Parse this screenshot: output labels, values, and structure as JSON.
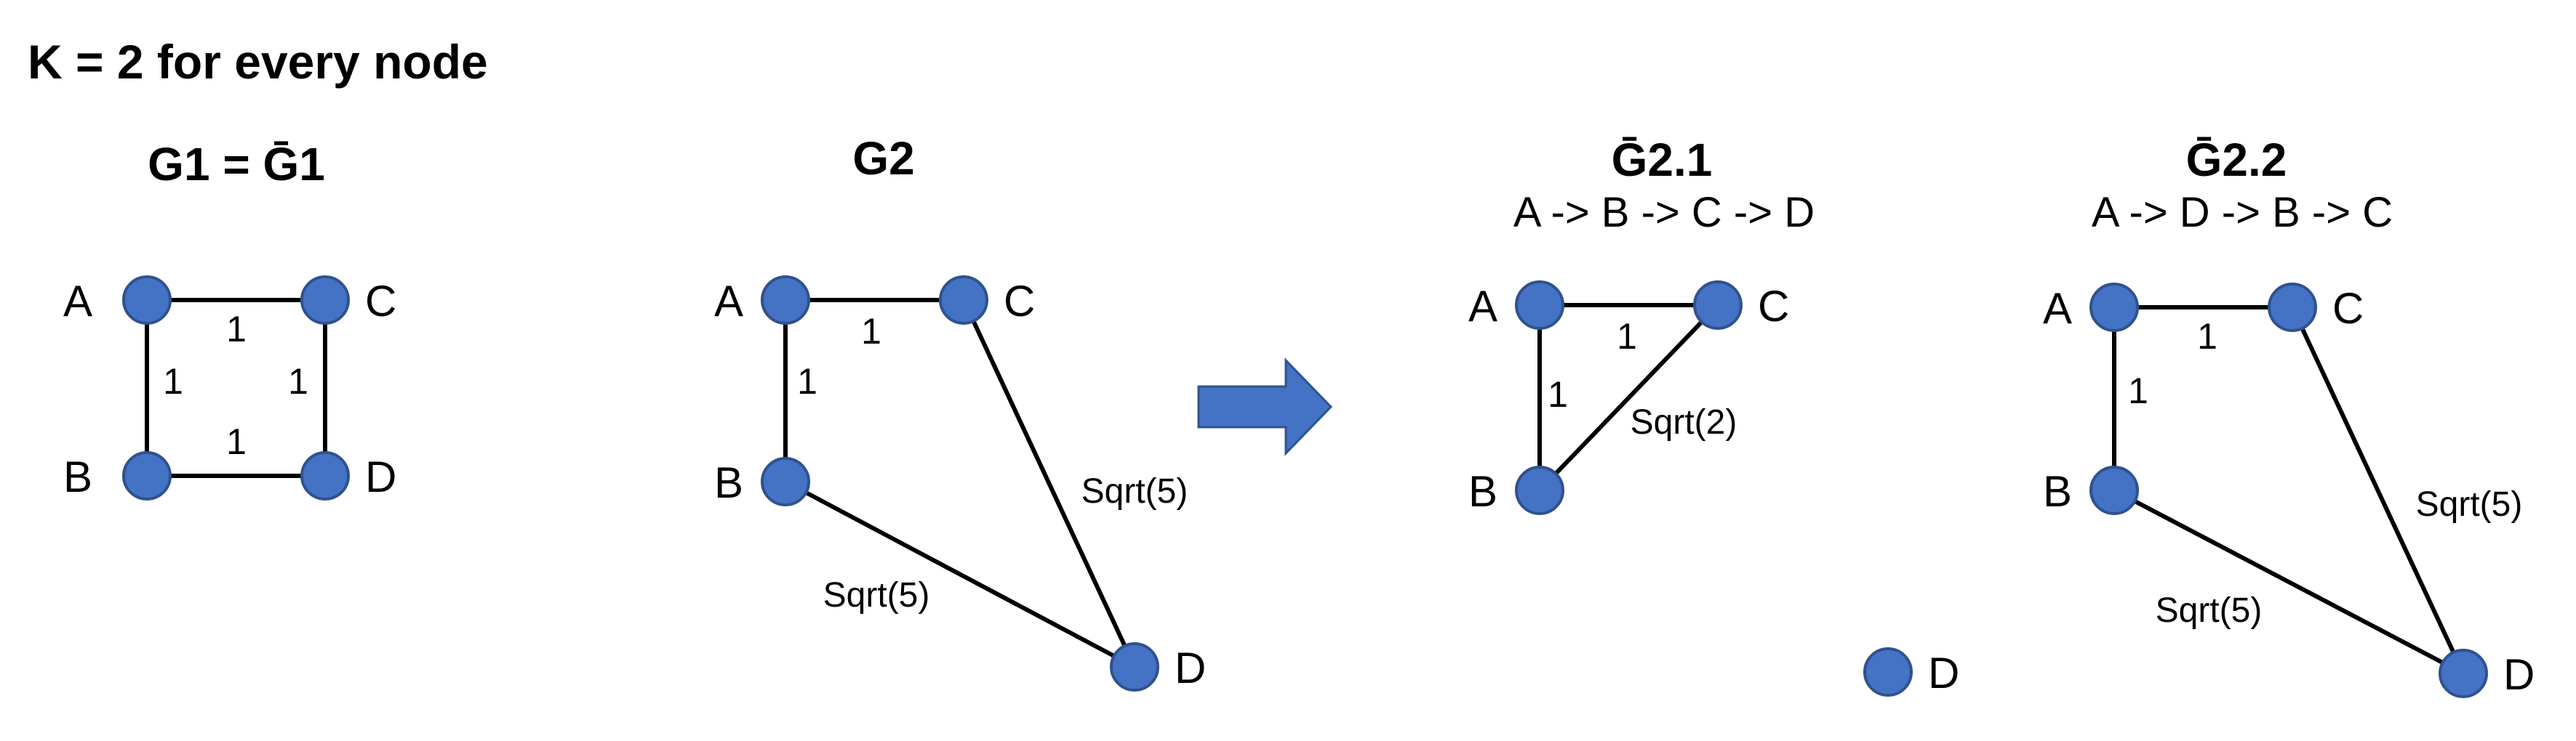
{
  "heading": "K = 2 for every node",
  "colors": {
    "node_fill": "#4472C4",
    "node_stroke": "#2F528F",
    "arrow_fill": "#4472C4",
    "edge": "#000000"
  },
  "graphs": [
    {
      "title": "G1 = Ḡ1",
      "subtitle": "",
      "nodes": [
        {
          "id": "A",
          "label": "A"
        },
        {
          "id": "B",
          "label": "B"
        },
        {
          "id": "C",
          "label": "C"
        },
        {
          "id": "D",
          "label": "D"
        }
      ],
      "edges": [
        {
          "from": "A",
          "to": "C",
          "label": "1"
        },
        {
          "from": "A",
          "to": "B",
          "label": "1"
        },
        {
          "from": "C",
          "to": "D",
          "label": "1"
        },
        {
          "from": "B",
          "to": "D",
          "label": "1"
        }
      ]
    },
    {
      "title": "G2",
      "subtitle": "",
      "nodes": [
        {
          "id": "A",
          "label": "A"
        },
        {
          "id": "B",
          "label": "B"
        },
        {
          "id": "C",
          "label": "C"
        },
        {
          "id": "D",
          "label": "D"
        }
      ],
      "edges": [
        {
          "from": "A",
          "to": "C",
          "label": "1"
        },
        {
          "from": "A",
          "to": "B",
          "label": "1"
        },
        {
          "from": "C",
          "to": "D",
          "label": "Sqrt(5)"
        },
        {
          "from": "B",
          "to": "D",
          "label": "Sqrt(5)"
        }
      ]
    },
    {
      "title": "Ḡ2.1",
      "subtitle": "A -> B -> C -> D",
      "nodes": [
        {
          "id": "A",
          "label": "A"
        },
        {
          "id": "B",
          "label": "B"
        },
        {
          "id": "C",
          "label": "C"
        },
        {
          "id": "D",
          "label": "D"
        }
      ],
      "edges": [
        {
          "from": "A",
          "to": "C",
          "label": "1"
        },
        {
          "from": "A",
          "to": "B",
          "label": "1"
        },
        {
          "from": "B",
          "to": "C",
          "label": "Sqrt(2)"
        }
      ]
    },
    {
      "title": "Ḡ2.2",
      "subtitle": "A -> D -> B -> C",
      "nodes": [
        {
          "id": "A",
          "label": "A"
        },
        {
          "id": "B",
          "label": "B"
        },
        {
          "id": "C",
          "label": "C"
        },
        {
          "id": "D",
          "label": "D"
        }
      ],
      "edges": [
        {
          "from": "A",
          "to": "C",
          "label": "1"
        },
        {
          "from": "A",
          "to": "B",
          "label": "1"
        },
        {
          "from": "C",
          "to": "D",
          "label": "Sqrt(5)"
        },
        {
          "from": "B",
          "to": "D",
          "label": "Sqrt(5)"
        }
      ]
    }
  ]
}
